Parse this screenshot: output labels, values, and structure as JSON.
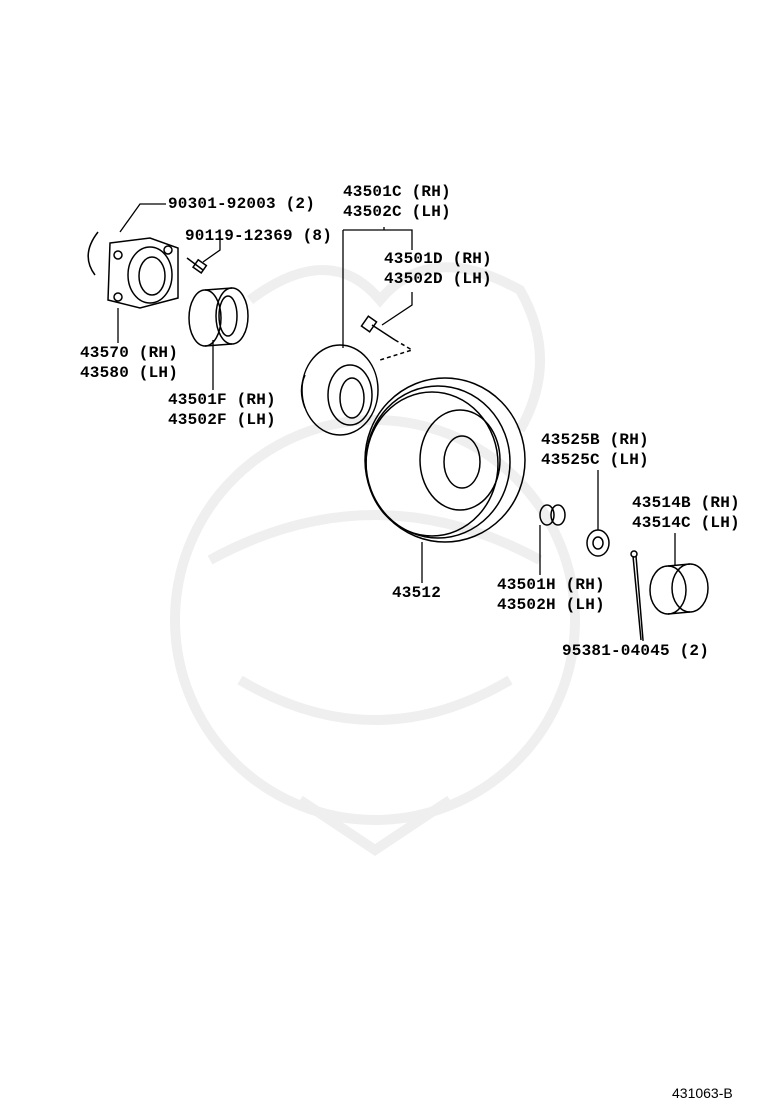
{
  "labels": {
    "seal_bolt": "90301-92003 (2)",
    "hub_bolt": "90119-12369 (8)",
    "hub_rh": "43501C (RH)",
    "hub_lh": "43502C (LH)",
    "stud_rh": "43501D (RH)",
    "stud_lh": "43502D (LH)",
    "knuckle_rh": "43570 (RH)",
    "knuckle_lh": "43580 (LH)",
    "bearing_rh": "43501F (RH)",
    "bearing_lh": "43502F (LH)",
    "disc": "43512",
    "nut_rh": "43525B (RH)",
    "nut_lh": "43525C (LH)",
    "cap_rh": "43514B (RH)",
    "cap_lh": "43514C (LH)",
    "washer_rh": "43501H (RH)",
    "washer_lh": "43502H (LH)",
    "cotter_pin": "95381-04045 (2)"
  },
  "reference_code": "431063-B",
  "colors": {
    "line": "#000000",
    "watermark": "#f2f2f2"
  }
}
